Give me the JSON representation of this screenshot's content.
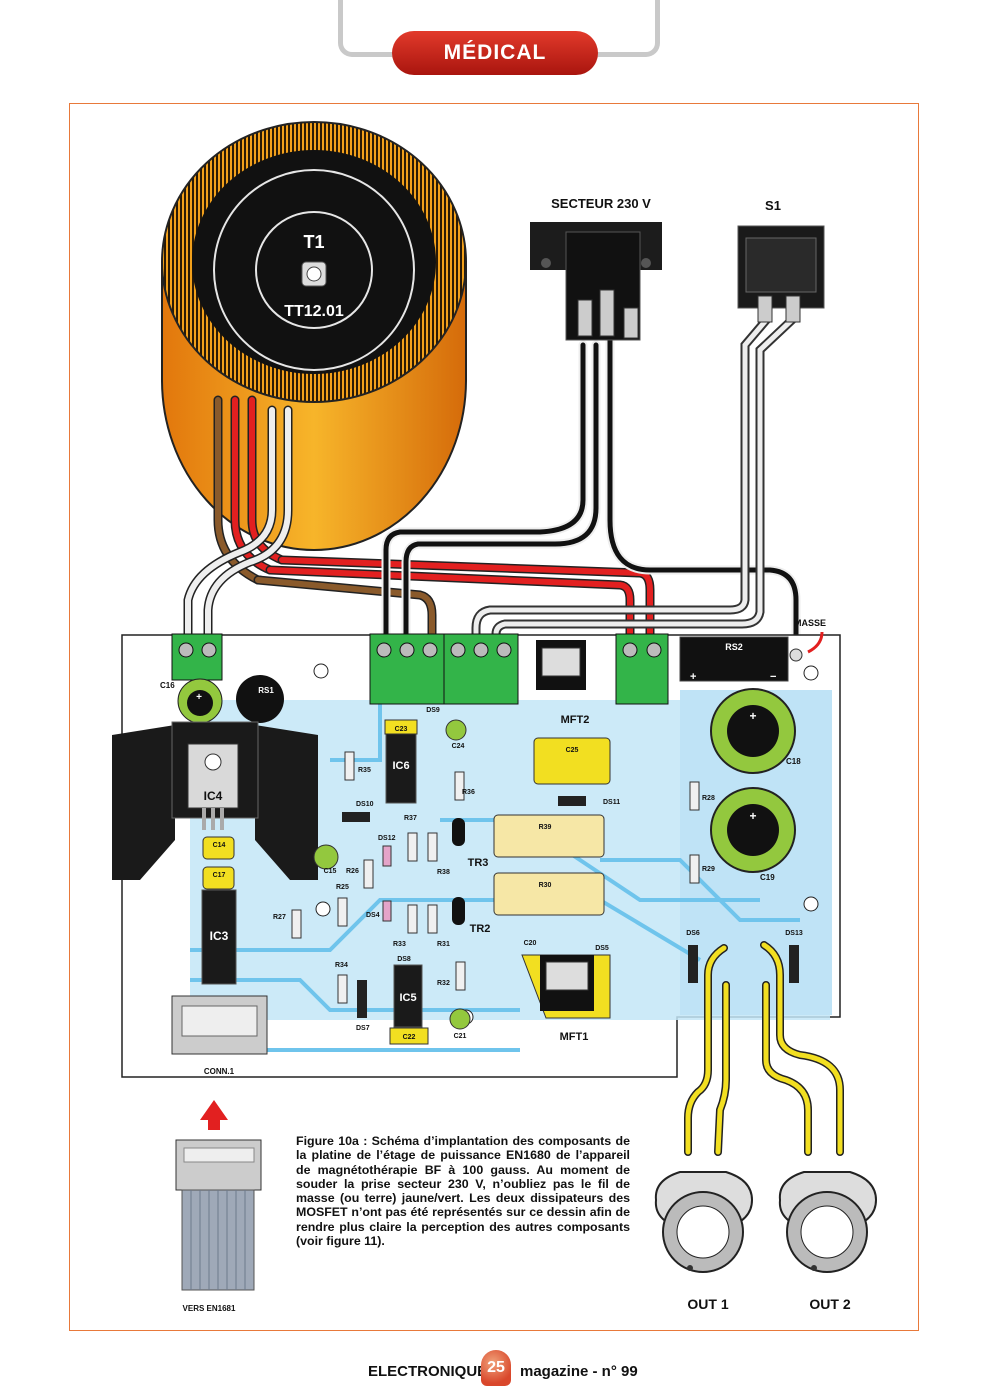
{
  "header": {
    "section": "MÉDICAL"
  },
  "labels": {
    "t1": "T1",
    "t1_ref": "TT12.01",
    "mains": "SECTEUR 230 V",
    "switch": "S1",
    "masse": "MASSE",
    "rs2": "RS2",
    "rs1": "RS1",
    "c16": "C16",
    "ic4": "IC4",
    "ic3": "IC3",
    "ic5": "IC5",
    "ic6": "IC6",
    "c14": "C14",
    "c17": "C17",
    "c15": "C15",
    "c18": "C18",
    "c19": "C19",
    "c20": "C20",
    "c21": "C21",
    "c22": "C22",
    "c23": "C23",
    "c24": "C24",
    "c25": "C25",
    "ds4": "DS4",
    "ds5": "DS5",
    "ds6": "DS6",
    "ds7": "DS7",
    "ds8": "DS8",
    "ds9": "DS9",
    "ds10": "DS10",
    "ds11": "DS11",
    "ds12": "DS12",
    "ds13": "DS13",
    "r25": "R25",
    "r26": "R26",
    "r27": "R27",
    "r28": "R28",
    "r29": "R29",
    "r30": "R30",
    "r31": "R31",
    "r32": "R32",
    "r33": "R33",
    "r34": "R34",
    "r35": "R35",
    "r36": "R36",
    "r37": "R37",
    "r38": "R38",
    "r39": "R39",
    "tr2": "TR2",
    "tr3": "TR3",
    "mft1": "MFT1",
    "mft2": "MFT2",
    "conn1": "CONN.1",
    "vers": "VERS EN1681",
    "out1": "OUT 1",
    "out2": "OUT 2",
    "plus": "+",
    "minus": "−",
    "tilde": "~"
  },
  "caption": "Figure 10a : Schéma d’implantation des composants de la platine de l’étage de puissance EN1680 de l’appareil de magnétothérapie BF à 100 gauss. Au moment de souder la prise secteur 230 V, n’oubliez pas le fil de masse (ou terre) jaune/vert. Les deux dissipateurs des MOSFET n’ont pas été représentés sur ce dessin afin de rendre plus claire la perception des autres composants (voir figure 11).",
  "footer": {
    "left": "ELECTRONIQUE",
    "page": "25",
    "right": "magazine - n° 99"
  },
  "colors": {
    "board": "#c3e6f7",
    "trace": "#6fc4ec",
    "terminal": "#33b449",
    "cap_yellow": "#f2df21",
    "cap_green": "#93c83e",
    "toroid": "#f5a21a",
    "frame": "#e8793a"
  }
}
